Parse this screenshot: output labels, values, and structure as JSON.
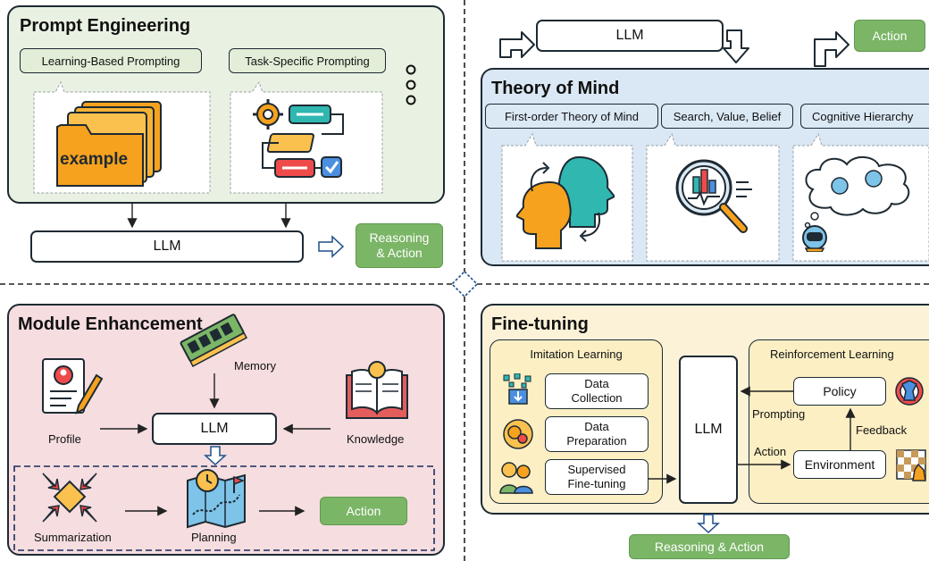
{
  "prompt_engineering": {
    "title": "Prompt Engineering",
    "tag1": "Learning-Based Prompting",
    "tag2": "Task-Specific Prompting",
    "example_word": "example",
    "llm": "LLM",
    "output": "Reasoning & Action"
  },
  "theory_of_mind": {
    "llm": "LLM",
    "action": "Action",
    "title": "Theory of Mind",
    "tag1": "First-order Theory of Mind",
    "tag2": "Search, Value, Belief",
    "tag3": "Cognitive Hierarchy"
  },
  "module_enhancement": {
    "title": "Module Enhancement",
    "memory": "Memory",
    "profile": "Profile",
    "llm": "LLM",
    "knowledge": "Knowledge",
    "summarization": "Summarization",
    "planning": "Planning",
    "action": "Action"
  },
  "fine_tuning": {
    "title": "Fine-tuning",
    "imitation_title": "Imitation Learning",
    "data_collection": "Data Collection",
    "data_preparation": "Data Preparation",
    "supervised": "Supervised Fine-tuning",
    "llm": "LLM",
    "rl_title": "Reinforcement Learning",
    "policy": "Policy",
    "prompting": "Prompting",
    "feedback": "Feedback",
    "action": "Action",
    "environment": "Environment",
    "output": "Reasoning & Action"
  },
  "colors": {
    "prompt_bg": "#e9f2e2",
    "tom_bg": "#d9e8f4",
    "module_bg": "#f5dde0",
    "finetune_bg": "#fbf2d8",
    "green": "#7bb566",
    "tag_bg": "#e2eed8",
    "sub_bg": "#fcefc4"
  }
}
